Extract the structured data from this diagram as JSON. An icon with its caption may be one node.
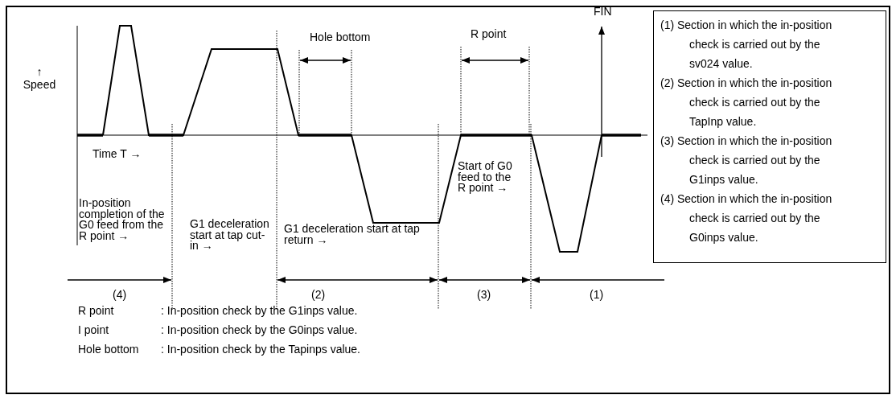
{
  "diagram": {
    "nodes": [
      {
        "text": [
          "(1) Section in which the in-position check is carried out by the sv024 value.",
          "(2) Section in which the in-position check is carried out by the TapInp value.",
          "(3) Section in which the in-position check is carried out by the G1inps value.",
          "(4) Section in which the in-position check is carried out by the G0inps value."
        ]
      }
    ],
    "labels": [
      "FIN",
      "Hole bottom",
      "R point",
      "↑ Speed",
      "Time T →",
      "In-position completion of the G0 feed from the R point →",
      "G1 deceleration start at tap cut-in →",
      "G1 deceleration start at tap return →",
      "Start of G0 feed to the R point →",
      "(4)",
      "(2)",
      "(3)",
      "(1)",
      "R point",
      ": In-position check by the G1inps value.",
      "I point",
      ": In-position check by the G0inps value.",
      "Hole bottom",
      ": In-position check by the Tapinps value."
    ]
  }
}
